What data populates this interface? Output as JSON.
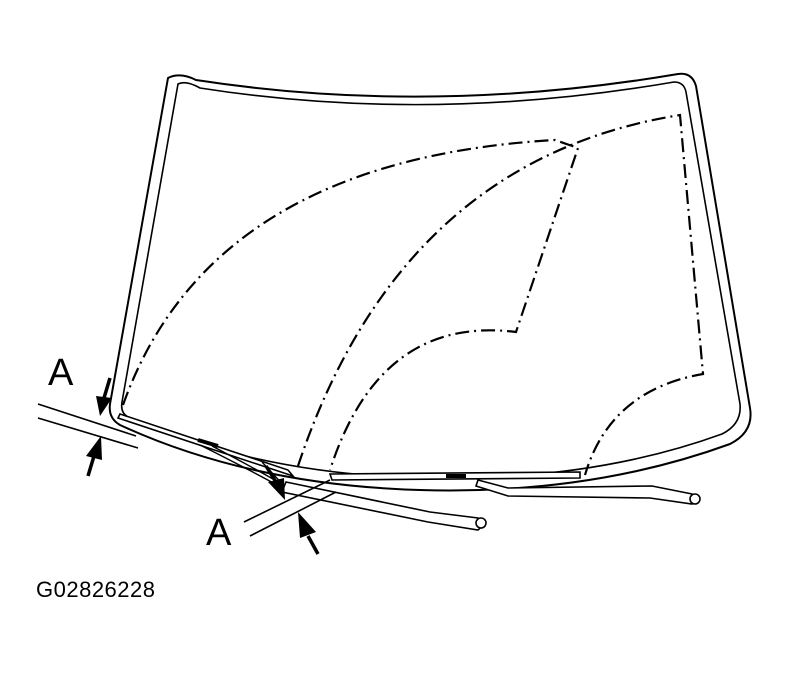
{
  "labels": {
    "measure_left": "A",
    "measure_bottom": "A"
  },
  "figure_id": "G02826228",
  "colors": {
    "line": "#000000",
    "background": "#ffffff"
  }
}
